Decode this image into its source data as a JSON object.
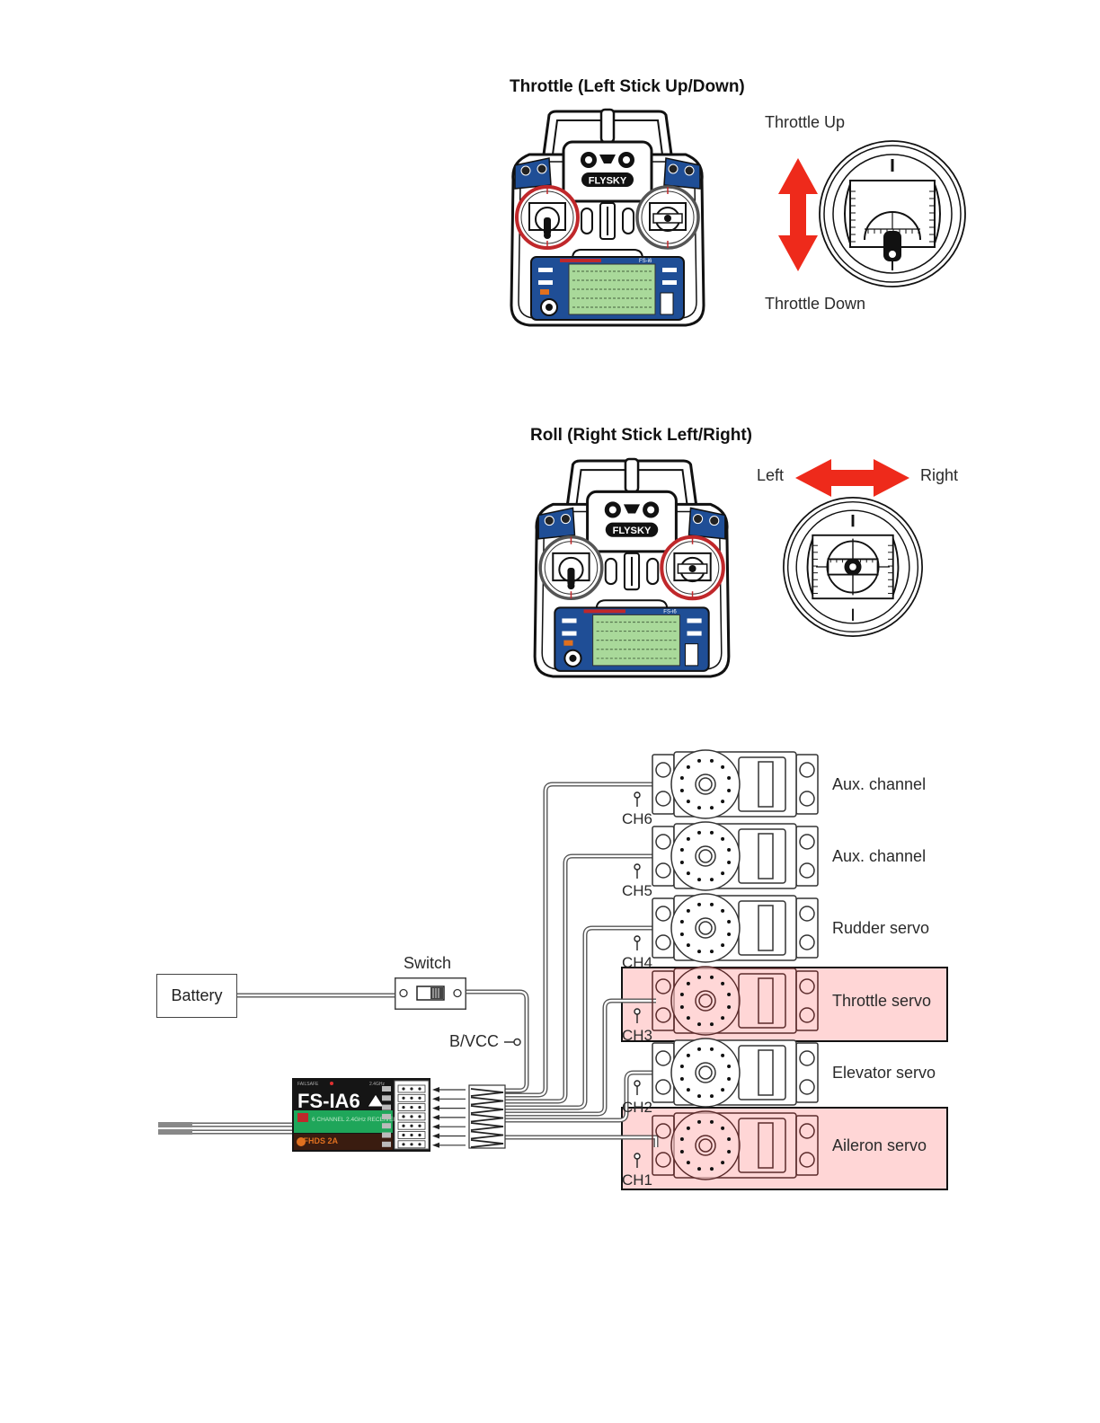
{
  "throttle_section": {
    "title": "Throttle (Left Stick Up/Down)",
    "up_label": "Throttle Up",
    "down_label": "Throttle Down",
    "highlighted_stick": "left",
    "arrow_direction": "vertical",
    "transmitter_brand": "FLYSKY",
    "transmitter_model": "FS-i6"
  },
  "roll_section": {
    "title": "Roll (Right Stick Left/Right)",
    "left_label": "Left",
    "right_label": "Right",
    "highlighted_stick": "right",
    "arrow_direction": "horizontal",
    "transmitter_brand": "FLYSKY",
    "transmitter_model": "FS-i6"
  },
  "wiring": {
    "battery_label": "Battery",
    "switch_label": "Switch",
    "bvcc_label": "B/VCC",
    "receiver": {
      "model": "FS-IA6",
      "subtitle": "6 CHANNEL 2.4GHz RECEIVER",
      "protocol": "AFHDS 2A"
    },
    "channels": [
      {
        "ch": "CH6",
        "label": "Aux. channel",
        "highlighted": false
      },
      {
        "ch": "CH5",
        "label": "Aux. channel",
        "highlighted": false
      },
      {
        "ch": "CH4",
        "label": "Rudder servo",
        "highlighted": false
      },
      {
        "ch": "CH3",
        "label": "Throttle servo",
        "highlighted": true
      },
      {
        "ch": "CH2",
        "label": "Elevator servo",
        "highlighted": false
      },
      {
        "ch": "CH1",
        "label": "Aileron servo",
        "highlighted": true
      }
    ]
  },
  "colors": {
    "arrow_red": "#ee2a1b",
    "highlight_ring": "#c0282b",
    "highlight_fill": "#ffd6d6",
    "transmitter_blue": "#1f4e96",
    "lcd_green": "#a9d99a",
    "receiver_green": "#1fa65a",
    "receiver_orange": "#e0701f"
  }
}
